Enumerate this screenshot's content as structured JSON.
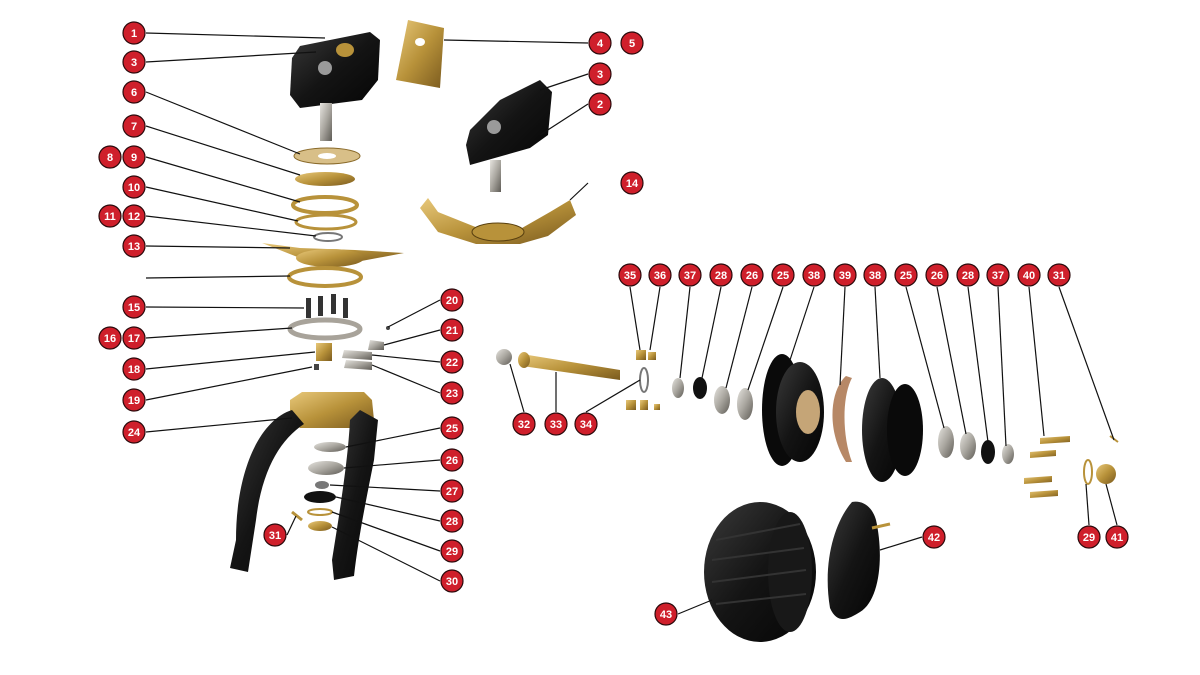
{
  "diagram": {
    "title": "",
    "callouts": [
      "1",
      "2",
      "3",
      "4",
      "5",
      "6",
      "7",
      "8",
      "9",
      "10",
      "11",
      "12",
      "13",
      "14",
      "15",
      "16",
      "17",
      "18",
      "19",
      "20",
      "21",
      "22",
      "23",
      "24",
      "25",
      "26",
      "27",
      "28",
      "29",
      "30",
      "31",
      "32",
      "33",
      "34",
      "35",
      "36",
      "37",
      "38",
      "39",
      "40",
      "41",
      "42",
      "43"
    ]
  },
  "colors": {
    "badge": "#cf1f2b",
    "badge_text": "#ffffff",
    "part_dark": "#141414",
    "part_brass": "#b8923a",
    "part_steel": "#b5b2ab"
  }
}
